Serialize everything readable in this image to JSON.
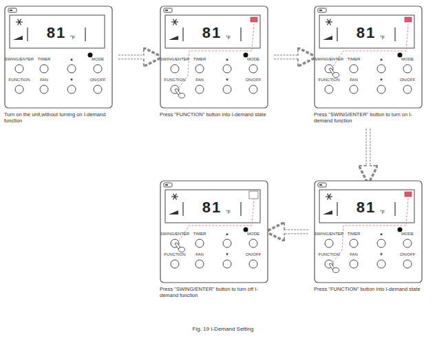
{
  "diagram": {
    "caption": "Fig. 19 I-Demand Setting",
    "nodes": [
      {
        "text": [
          "Turn on the unit,without turning on I-demand function"
        ]
      },
      {
        "text": [
          "Press \"FUNCTION\" button into I-demand state"
        ]
      },
      {
        "text": [
          "Press \"SWING/ENTER\" button to turn on I-demand function"
        ]
      },
      {
        "text": [
          "Press \"FUNCTION\" button into I-demand state"
        ]
      },
      {
        "text": [
          "Press \"SWING/ENTER\" button to turn off I-demand function"
        ]
      }
    ],
    "edges": [
      {
        "from": 0,
        "to": 1,
        "arrow": "to"
      },
      {
        "from": 1,
        "to": 2,
        "arrow": "to"
      },
      {
        "from": 2,
        "to": 3,
        "arrow": "to"
      },
      {
        "from": 3,
        "to": 4,
        "arrow": "to"
      }
    ],
    "labels": [
      "81",
      "°F",
      "SWING/ENTER",
      "TIMER",
      "▲",
      "MODE",
      "FUNCTION",
      "FAN",
      "▼",
      "ON/OFF",
      "81",
      "°F",
      "SWING/ENTER",
      "TIMER",
      "▲",
      "MODE",
      "FUNCTION",
      "FAN",
      "▼",
      "ON/OFF",
      "81",
      "°F",
      "SWING/ENTER",
      "TIMER",
      "▲",
      "MODE",
      "FUNCTION",
      "FAN",
      "▼",
      "ON/OFF",
      "81",
      "°F",
      "SWING/ENTER",
      "TIMER",
      "▲",
      "MODE",
      "FUNCTION",
      "FAN",
      "▼",
      "ON/OFF",
      "81",
      "°F",
      "SWING/ENTER",
      "TIMER",
      "▲",
      "MODE",
      "FUNCTION",
      "FAN",
      "▼",
      "ON/OFF"
    ]
  }
}
